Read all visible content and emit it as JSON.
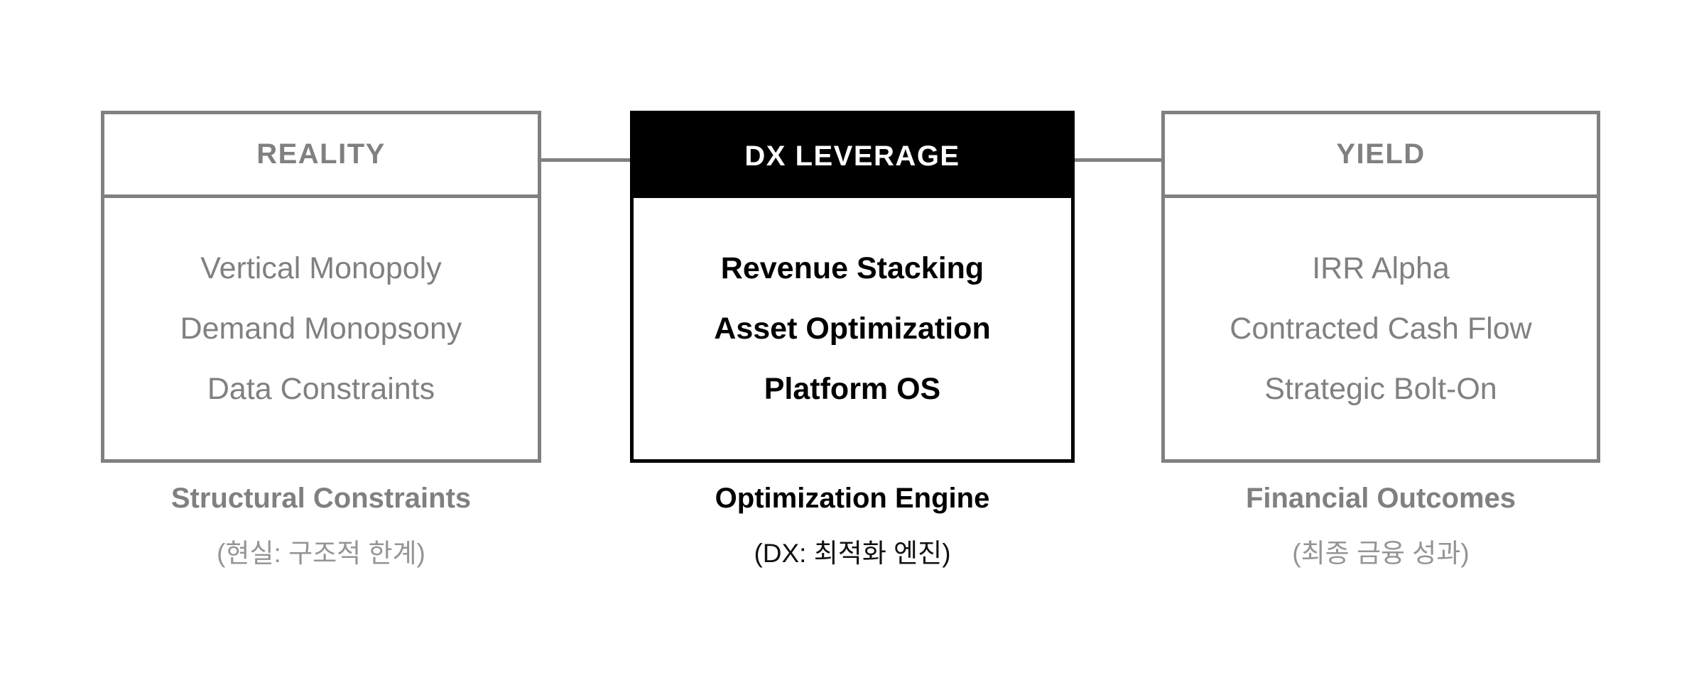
{
  "diagram": {
    "type": "three-stage-flow",
    "background_color": "#ffffff",
    "accent_color": "#000000",
    "muted_color": "#808080",
    "connectors": [
      {
        "from": "reality",
        "to": "dx-leverage",
        "style": "solid-line",
        "color": "#808080"
      },
      {
        "from": "dx-leverage",
        "to": "yield",
        "style": "solid-line",
        "color": "#808080"
      }
    ],
    "columns": [
      {
        "id": "reality",
        "emphasis": "muted",
        "header": "REALITY",
        "items": [
          "Vertical Monopoly",
          "Demand Monopsony",
          "Data Constraints"
        ],
        "caption_title": "Structural Constraints",
        "caption_sub": "(현실: 구조적 한계)"
      },
      {
        "id": "dx-leverage",
        "emphasis": "accent",
        "header": "DX LEVERAGE",
        "items": [
          "Revenue Stacking",
          "Asset Optimization",
          "Platform OS"
        ],
        "caption_title": "Optimization Engine",
        "caption_sub": "(DX: 최적화 엔진)"
      },
      {
        "id": "yield",
        "emphasis": "muted",
        "header": "YIELD",
        "items": [
          "IRR Alpha",
          "Contracted Cash Flow",
          "Strategic Bolt-On"
        ],
        "caption_title": "Financial Outcomes",
        "caption_sub": "(최종 금융 성과)"
      }
    ]
  }
}
